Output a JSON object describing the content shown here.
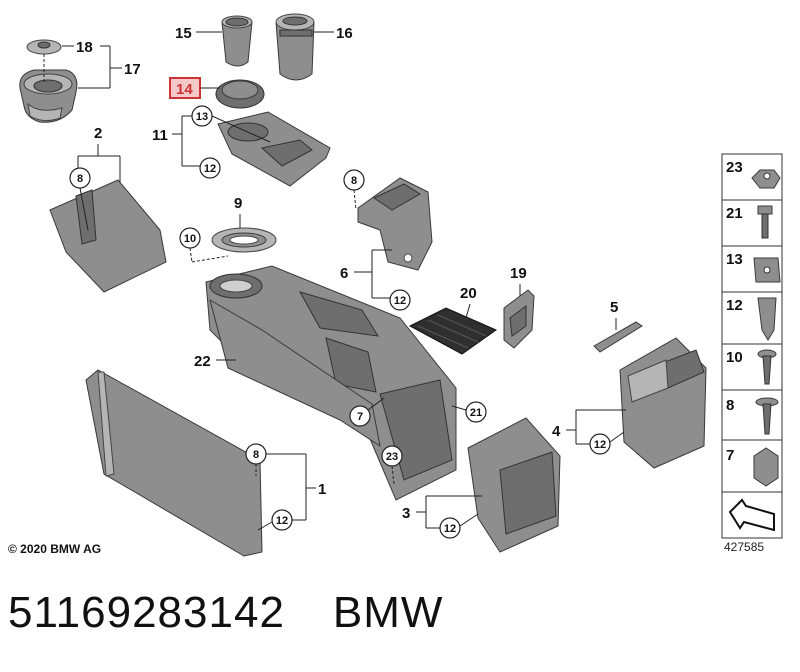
{
  "labels": {
    "l1": "1",
    "l2": "2",
    "l3": "3",
    "l4": "4",
    "l5": "5",
    "l6": "6",
    "l9": "9",
    "l11": "11",
    "l14": "14",
    "l15": "15",
    "l16": "16",
    "l17": "17",
    "l18": "18",
    "l19": "19",
    "l20": "20",
    "l22": "22",
    "c7": "7",
    "c8a": "8",
    "c8b": "8",
    "c8c": "8",
    "c10": "10",
    "c12a": "12",
    "c12b": "12",
    "c12c": "12",
    "c12d": "12",
    "c12e": "12",
    "c13": "13",
    "c21": "21",
    "c23": "23"
  },
  "legend": {
    "items": [
      "23",
      "21",
      "13",
      "12",
      "10",
      "8",
      "7"
    ]
  },
  "highlight_color": "#cc3333",
  "copyright": "© 2020 BMW AG",
  "reference_number": "427585",
  "footer": {
    "part_number": "51169283142",
    "brand": "BMW"
  }
}
